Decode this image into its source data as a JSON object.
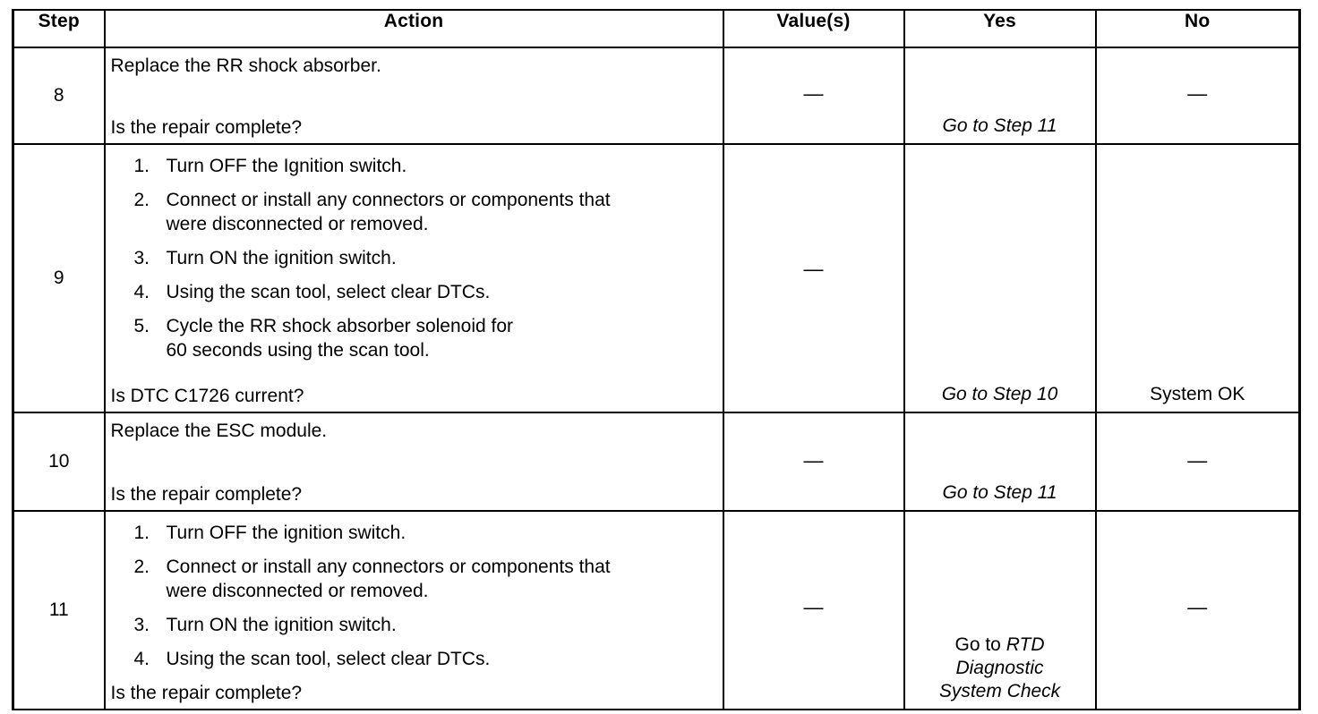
{
  "table": {
    "headers": [
      {
        "key": "step",
        "label": "Step"
      },
      {
        "key": "action",
        "label": "Action"
      },
      {
        "key": "value",
        "label": "Value(s)"
      },
      {
        "key": "yes",
        "label": "Yes"
      },
      {
        "key": "no",
        "label": "No"
      }
    ],
    "dash": "—",
    "rows": [
      {
        "step": "8",
        "action_lead": "Replace the RR shock absorber.",
        "action_tail": "Is the repair complete?",
        "value": "—",
        "yes_text": "Go to Step 11",
        "yes_style": "italic",
        "no_text": "—",
        "no_style": "dash"
      },
      {
        "step": "9",
        "action_list": [
          {
            "num": "1.",
            "line1": "Turn OFF the Ignition switch.",
            "line2": ""
          },
          {
            "num": "2.",
            "line1": "Connect or install any connectors or components that",
            "line2": "were disconnected or removed."
          },
          {
            "num": "3.",
            "line1": "Turn ON the ignition switch.",
            "line2": ""
          },
          {
            "num": "4.",
            "line1": "Using the scan tool, select clear DTCs.",
            "line2": ""
          },
          {
            "num": "5.",
            "line1": "Cycle the RR shock absorber solenoid for",
            "line2": "60 seconds using the scan tool."
          }
        ],
        "action_tail": "Is DTC C1726 current?",
        "value": "—",
        "yes_text": "Go to Step 10",
        "yes_style": "italic",
        "no_text": "System OK",
        "no_style": "upright"
      },
      {
        "step": "10",
        "action_lead": "Replace the ESC module.",
        "action_tail": "Is the repair complete?",
        "value": "—",
        "yes_text": "Go to Step 11",
        "yes_style": "italic",
        "no_text": "—",
        "no_style": "dash"
      },
      {
        "step": "11",
        "action_list": [
          {
            "num": "1.",
            "line1": "Turn OFF the ignition switch.",
            "line2": ""
          },
          {
            "num": "2.",
            "line1": "Connect or install any connectors or components that",
            "line2": "were disconnected or removed."
          },
          {
            "num": "3.",
            "line1": "Turn ON the ignition switch.",
            "line2": ""
          },
          {
            "num": "4.",
            "line1": "Using the scan tool, select clear DTCs.",
            "line2": ""
          }
        ],
        "action_tail": "Is the repair complete?",
        "value": "—",
        "yes_prefix": "Go to ",
        "yes_line1_italic": "RTD",
        "yes_line2": "Diagnostic",
        "yes_line3": "System Check",
        "yes_style": "mixed",
        "no_text": "—",
        "no_style": "dash"
      }
    ]
  }
}
